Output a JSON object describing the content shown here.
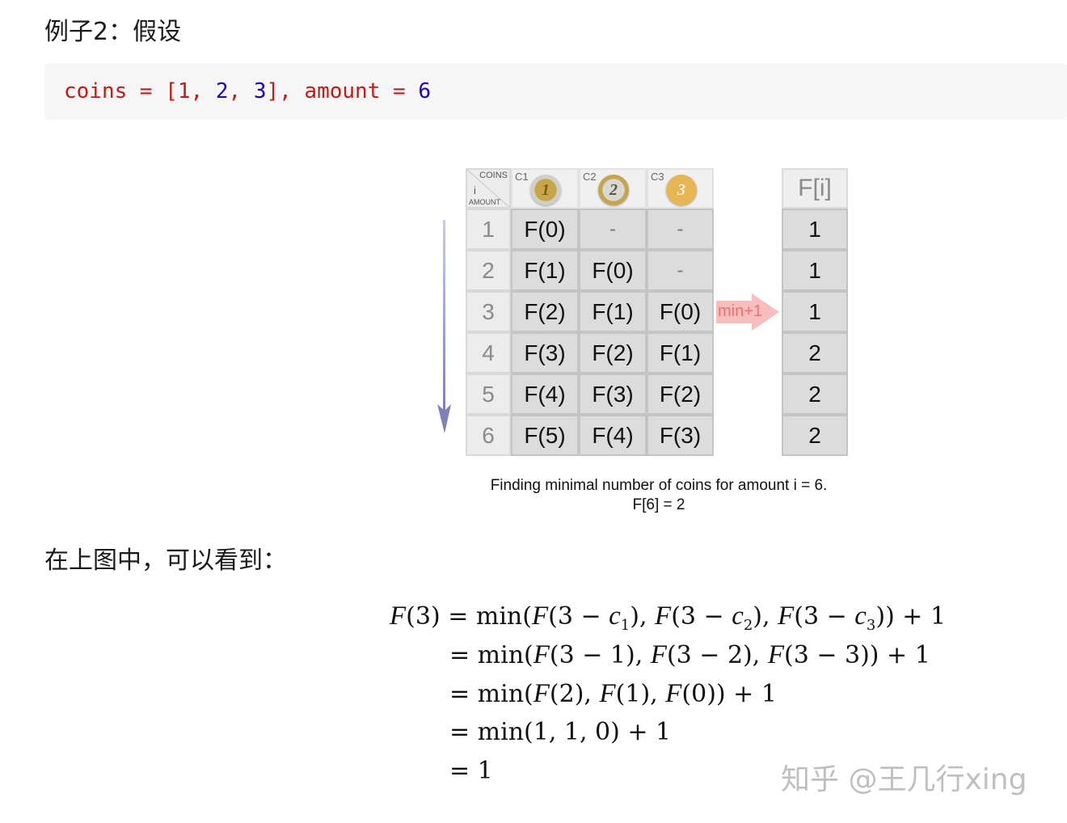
{
  "heading": "例子2：假设",
  "code": {
    "t1": "coins = [1, ",
    "t2": "2",
    "t3": ", ",
    "t4": "3",
    "t5": "], amount = ",
    "t6": "6"
  },
  "figure": {
    "corner": {
      "top": "COINS",
      "mid": "i",
      "bottom": "AMOUNT"
    },
    "columns": [
      {
        "label": "C1",
        "coin": "1"
      },
      {
        "label": "C2",
        "coin": "2"
      },
      {
        "label": "C3",
        "coin": "3"
      }
    ],
    "rows": [
      "1",
      "2",
      "3",
      "4",
      "5",
      "6"
    ],
    "cells": [
      [
        "F(0)",
        "-",
        "-"
      ],
      [
        "F(1)",
        "F(0)",
        "-"
      ],
      [
        "F(2)",
        "F(1)",
        "F(0)"
      ],
      [
        "F(3)",
        "F(2)",
        "F(1)"
      ],
      [
        "F(4)",
        "F(3)",
        "F(2)"
      ],
      [
        "F(5)",
        "F(4)",
        "F(3)"
      ]
    ],
    "result_header": "F[i]",
    "results": [
      "1",
      "1",
      "1",
      "2",
      "2",
      "2"
    ],
    "arrow_label": "min+1",
    "caption_line1": "Finding minimal number of coins for amount i = 6.",
    "caption_line2": "F[6] = 2"
  },
  "paragraph": "在上图中，可以看到：",
  "watermark": "知乎 @王几行xing",
  "colors": {
    "code_red": "#c41a16",
    "code_blue": "#1c00cf",
    "arrow_pink": "#f4a3a3",
    "down_arrow": "#7d81b8"
  }
}
